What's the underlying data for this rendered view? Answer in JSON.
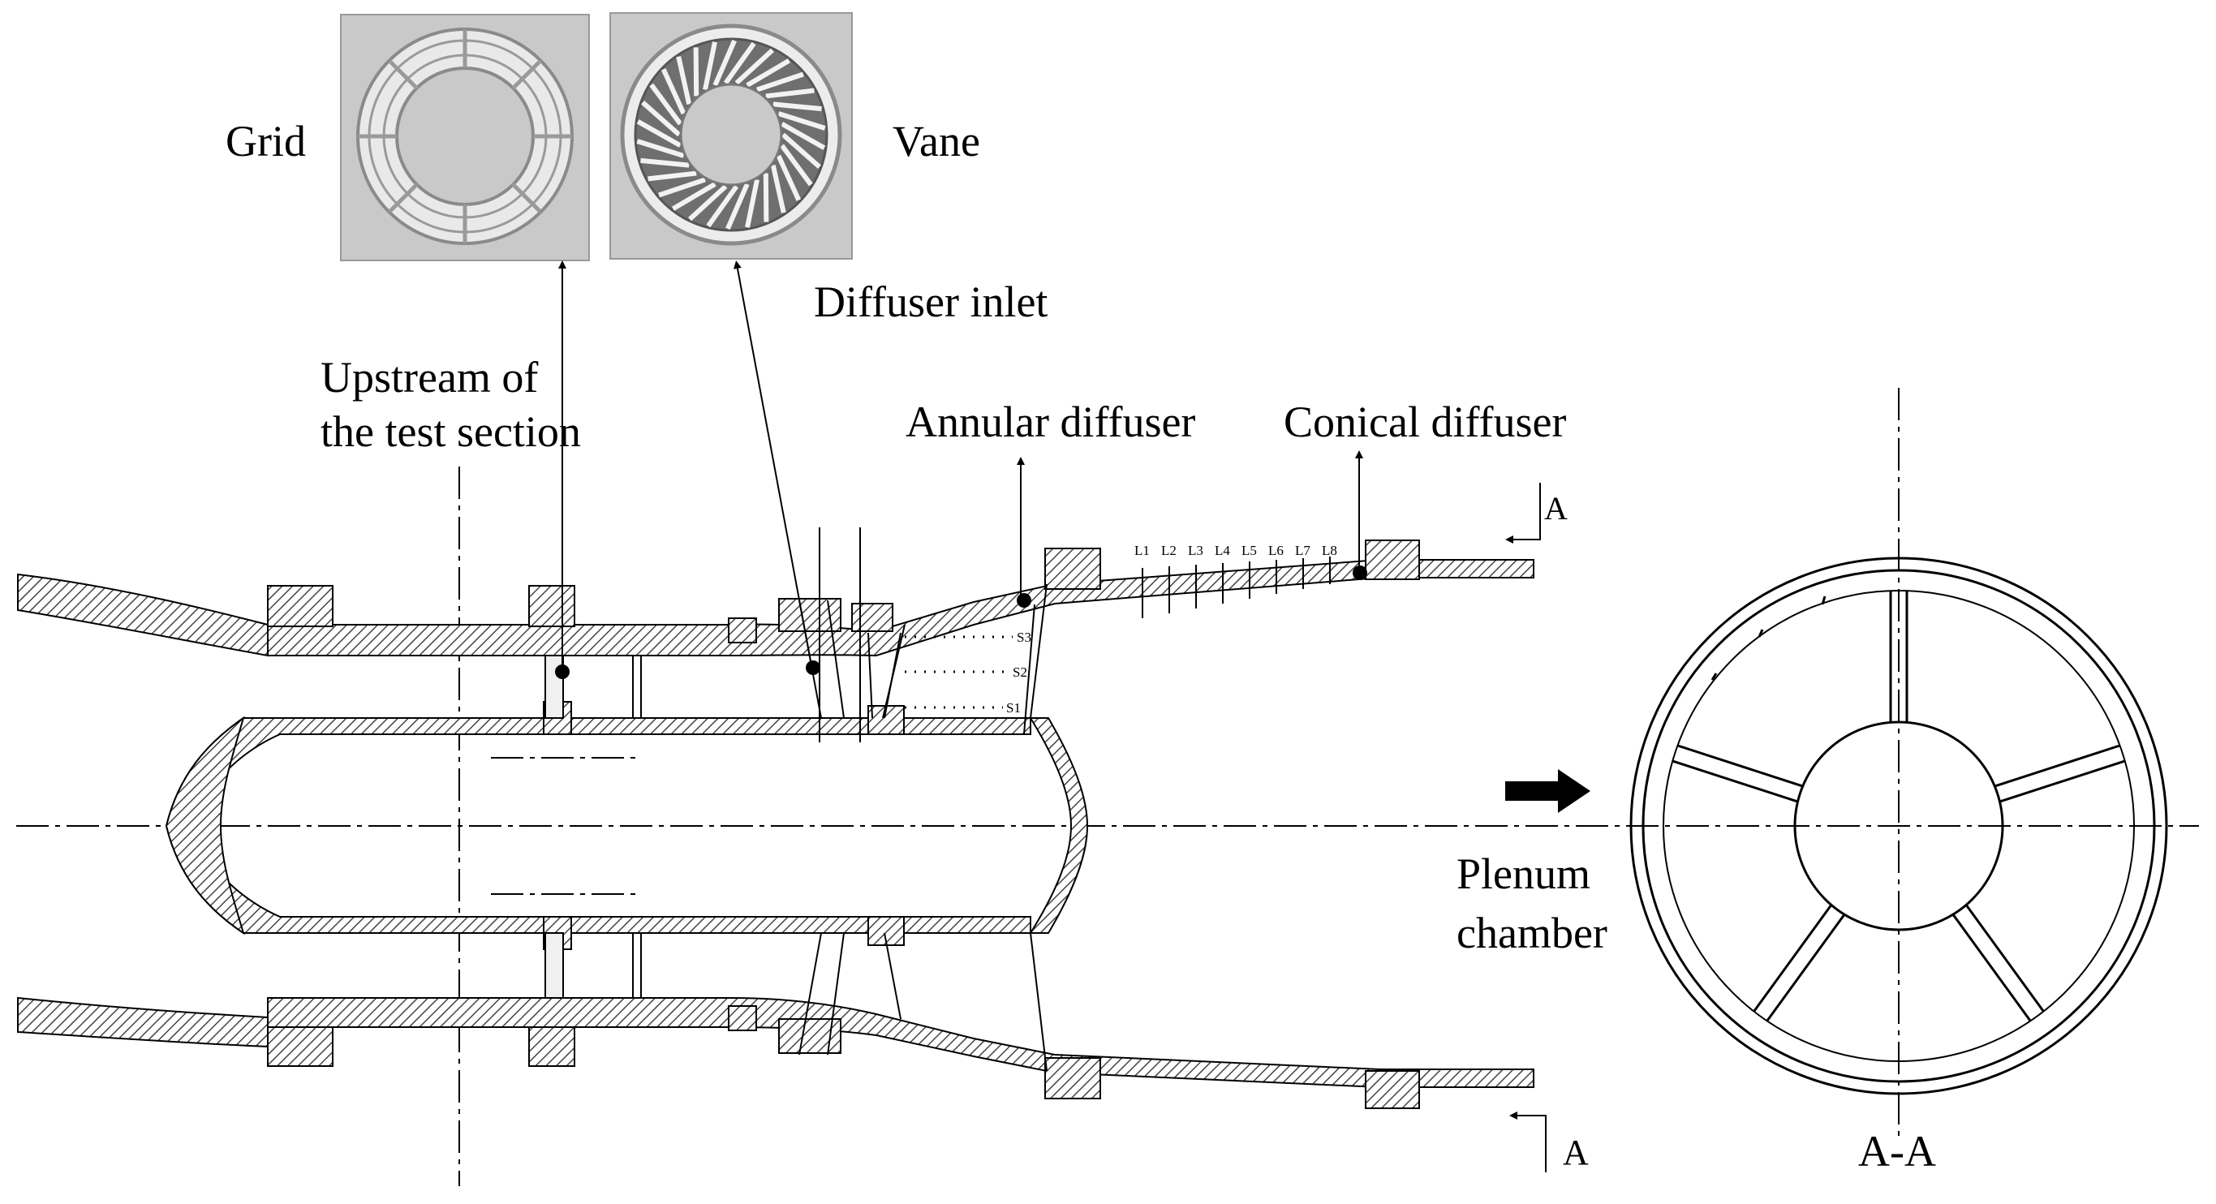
{
  "labels": {
    "grid": "Grid",
    "vane": "Vane",
    "diffuser_inlet": "Diffuser inlet",
    "upstream_line1": "Upstream of",
    "upstream_line2": "the test section",
    "annular_diffuser": "Annular diffuser",
    "conical_diffuser": "Conical diffuser",
    "section_marker_top": "A",
    "section_marker_bottom": "A",
    "plenum_line1": "Plenum",
    "plenum_line2": "chamber",
    "section_view": "A-A"
  },
  "stations": {
    "L": [
      "L1",
      "L2",
      "L3",
      "L4",
      "L5",
      "L6",
      "L7",
      "L8"
    ],
    "S": [
      "S3",
      "S2",
      "S1"
    ]
  },
  "colors": {
    "ink": "#000000",
    "hatch": "#444444",
    "photo_bg": "#c9c9c9",
    "part_metal": "#f0f0f0"
  }
}
